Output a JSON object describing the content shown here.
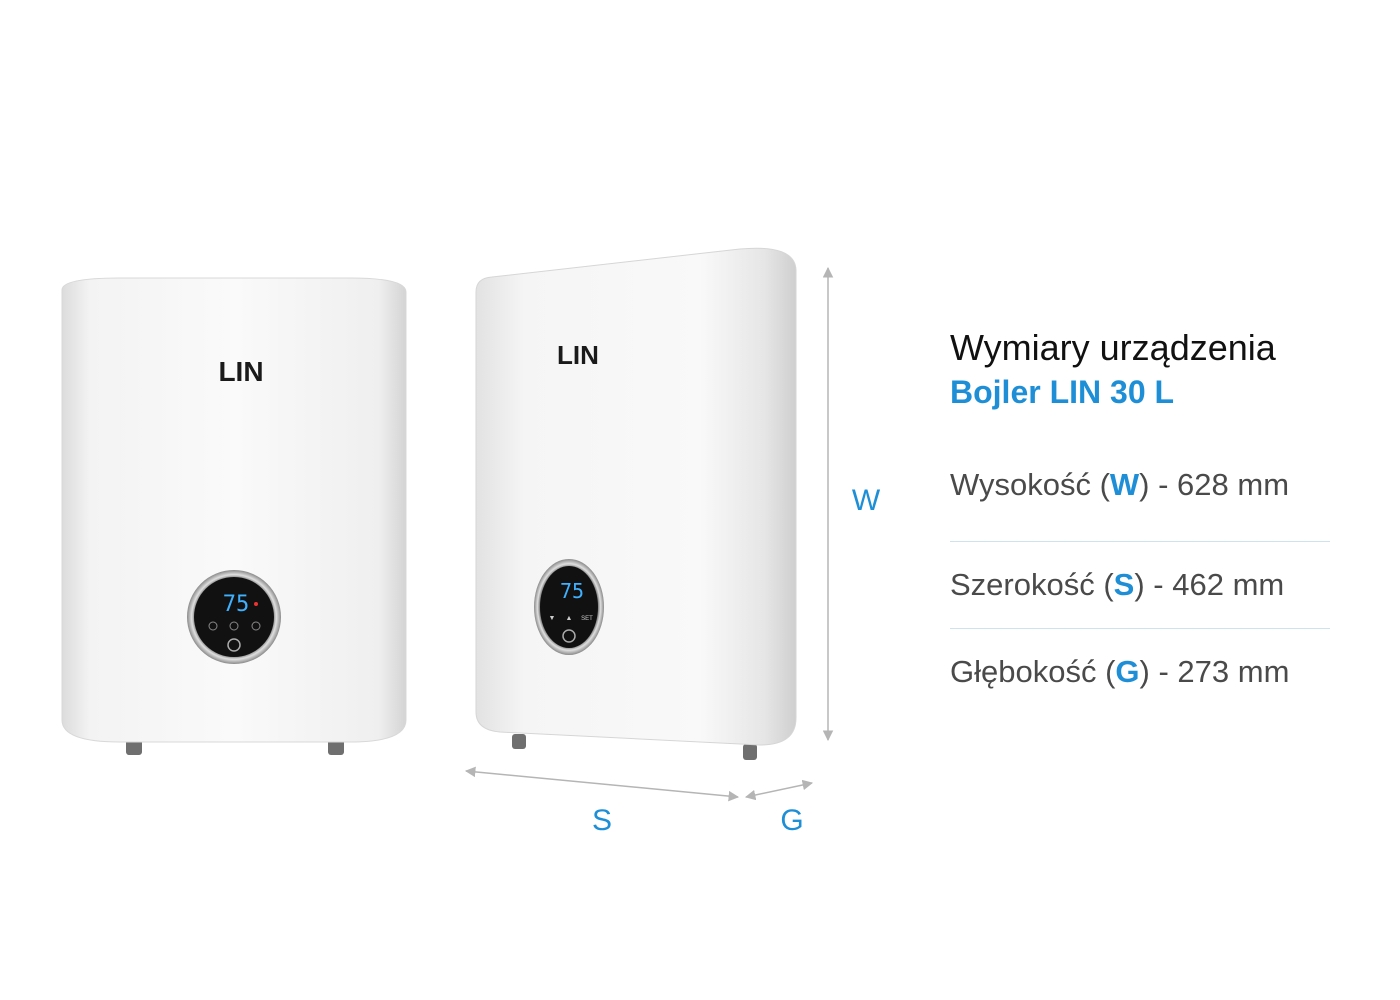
{
  "brand": {
    "logo_text": "LIN",
    "accent_color": "#1e8fd6"
  },
  "device_display": {
    "temperature": "75",
    "buttons": [
      "▼",
      "▲",
      "SET"
    ]
  },
  "heading": {
    "title": "Wymiary urządzenia",
    "subtitle": "Bojler LIN 30 L"
  },
  "specs": [
    {
      "label": "Wysokość",
      "letter": "W",
      "value": "628 mm"
    },
    {
      "label": "Szerokość",
      "letter": "S",
      "value": "462 mm"
    },
    {
      "label": "Głębokość",
      "letter": "G",
      "value": "273 mm"
    }
  ],
  "dimension_labels": {
    "height": "W",
    "width": "S",
    "depth": "G"
  }
}
